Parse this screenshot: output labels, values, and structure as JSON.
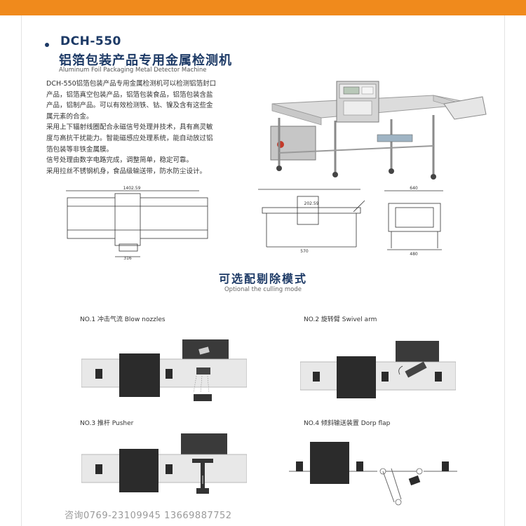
{
  "header": {
    "model": "DCH-550",
    "title_cn": "铝箔包装产品专用金属检测机",
    "title_en": "Aluminum Foil Packaging Metal Detector Machine"
  },
  "description": [
    "DCH-550铝箔包装产品专用金属检测机可以检测铝箔封口",
    "产品，铝箔真空包装产品，铝箔包装食品，铝箔包装含盐",
    "产品，铝制产品。可以有效检测铁、钴、镍及含有这些金",
    "属元素的合金。",
    "采用上下辐射线圈配合永磁信号处理并技术，具有高灵敏",
    "度与高抗干扰能力。智能磁感应处理系统，能自动放过铝",
    "箔包装等非铁金属膜。",
    "信号处理由数字电路完成，调整简单，稳定可靠。",
    "采用拉丝不锈钢机身，食品级输送带，防水防尘设计。"
  ],
  "drawings": {
    "top_width": "1402.59",
    "bottom_width": "316",
    "front_dim_1": "202.59",
    "front_dim_2": "570",
    "side_dim_1": "640",
    "side_dim_2": "480"
  },
  "culling": {
    "title_cn": "可选配剔除模式",
    "title_en": "Optional the culling mode",
    "modes": [
      "NO.1  冲击气流   Blow nozzles",
      "NO.2 旋转臂   Swivel arm",
      "NO.3  推杆 Pusher",
      "NO.4  倾斜输送装置  Dorp flap"
    ]
  },
  "contact": "咨询0769-23109945  13669887752",
  "colors": {
    "accent": "#f08a1c",
    "title": "#1d3a66",
    "belt": "#e8e8e8",
    "dark": "#2b2b2b"
  }
}
